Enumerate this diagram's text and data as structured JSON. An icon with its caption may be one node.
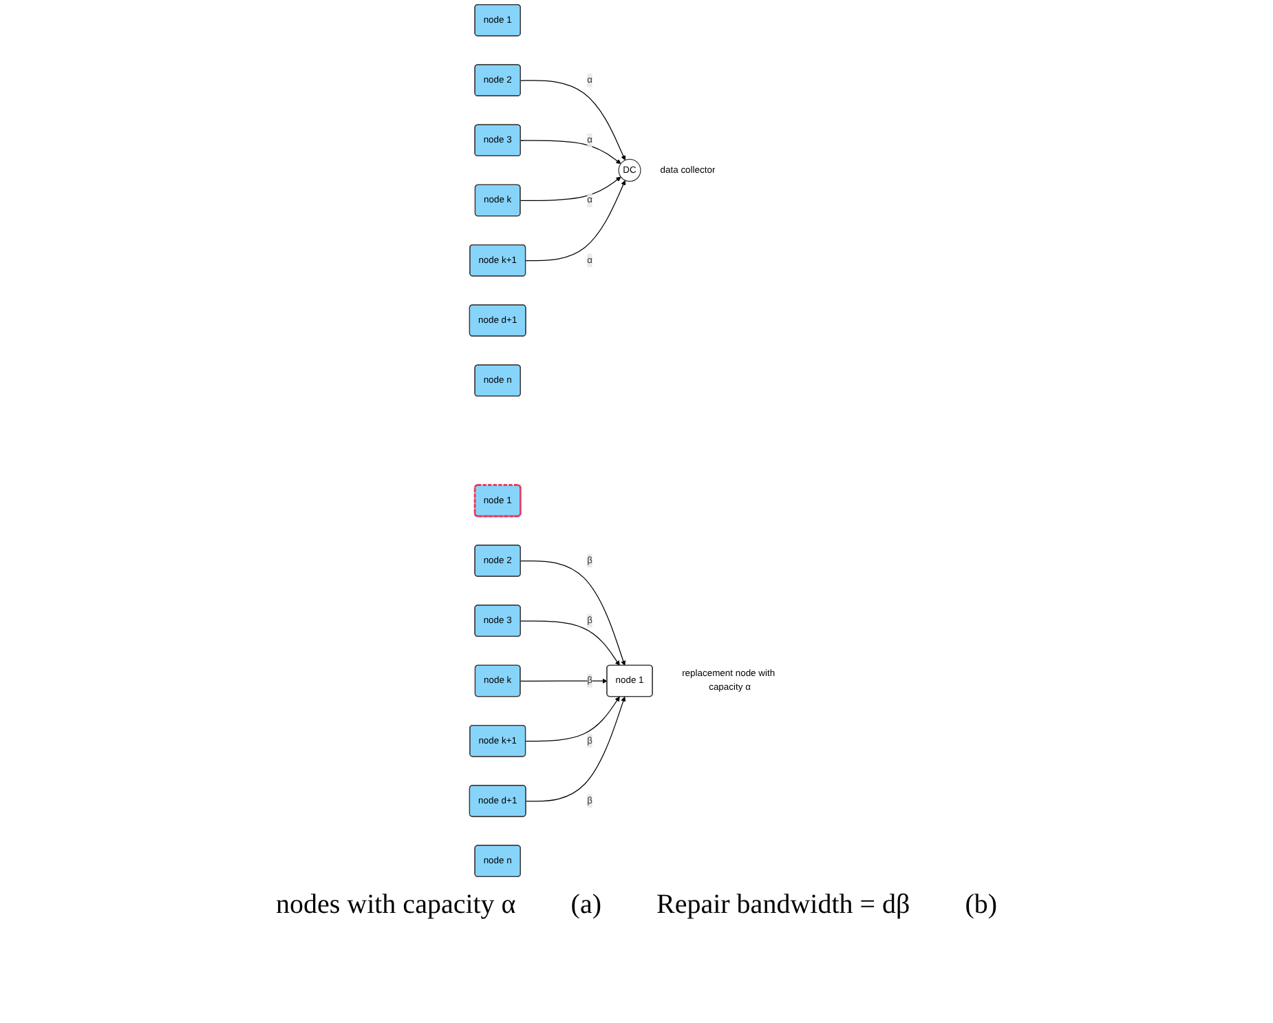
{
  "diagram": {
    "nodes": [
      {
        "text": [
          "node 1"
        ]
      },
      {
        "text": [
          "node 2"
        ]
      },
      {
        "text": [
          "node 3"
        ]
      },
      {
        "text": [
          "node k"
        ]
      },
      {
        "text": [
          "node k+1"
        ]
      },
      {
        "text": [
          "node d+1"
        ]
      },
      {
        "text": [
          "node n"
        ]
      },
      {
        "text": [
          "DC"
        ],
        "beside": [
          "data collector"
        ]
      },
      {
        "text": [
          "node 1"
        ]
      },
      {
        "text": [
          "node 2"
        ]
      },
      {
        "text": [
          "node 3"
        ]
      },
      {
        "text": [
          "node k"
        ]
      },
      {
        "text": [
          "node k+1"
        ]
      },
      {
        "text": [
          "node d+1"
        ]
      },
      {
        "text": [
          "node n"
        ]
      },
      {
        "text": [
          "node 1"
        ],
        "beside": [
          "replacement node with capacity α"
        ]
      }
    ],
    "edges": [
      {
        "from": 1,
        "to": 7,
        "arrow": "to",
        "label": "α"
      },
      {
        "from": 2,
        "to": 7,
        "arrow": "to",
        "label": "α"
      },
      {
        "from": 3,
        "to": 7,
        "arrow": "to",
        "label": "α"
      },
      {
        "from": 4,
        "to": 7,
        "arrow": "to",
        "label": "α"
      },
      {
        "from": 9,
        "to": 15,
        "arrow": "to",
        "label": "β"
      },
      {
        "from": 10,
        "to": 15,
        "arrow": "to",
        "label": "β"
      },
      {
        "from": 11,
        "to": 15,
        "arrow": "to",
        "label": "β"
      },
      {
        "from": 12,
        "to": 15,
        "arrow": "to",
        "label": "β"
      },
      {
        "from": 13,
        "to": 15,
        "arrow": "to",
        "label": "β"
      }
    ],
    "labels": [
      "nodes with capacity α",
      "(a)",
      "Repair bandwidth = dβ",
      "(b)"
    ]
  }
}
